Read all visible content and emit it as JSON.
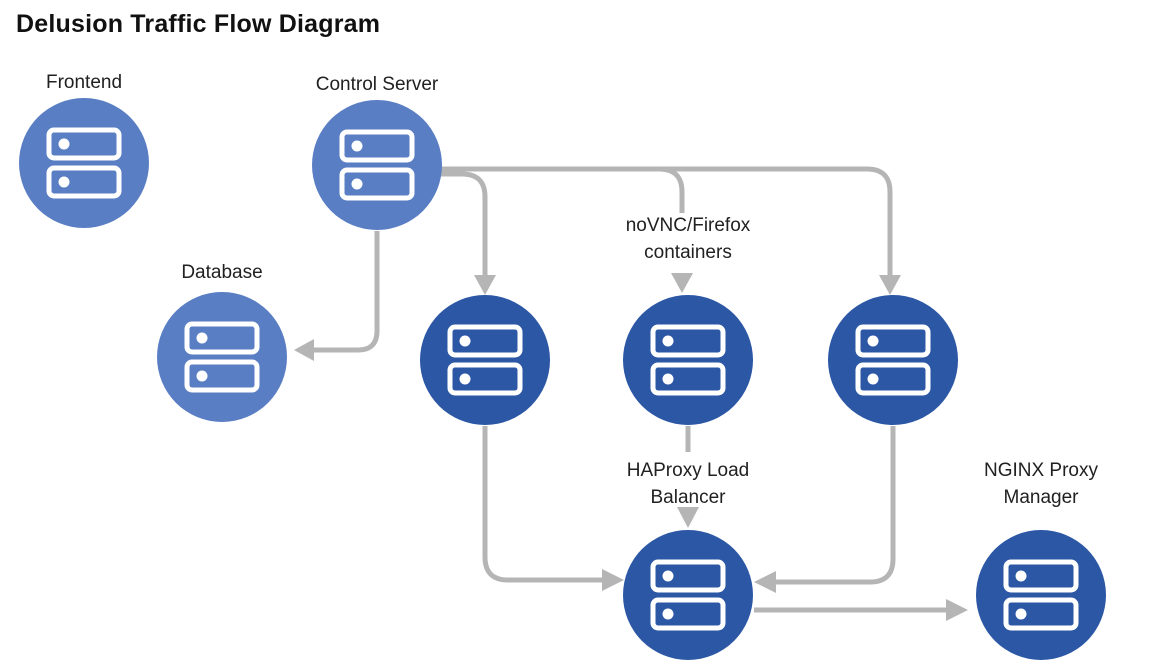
{
  "title": "Delusion Traffic Flow Diagram",
  "colors": {
    "light_node": "#5a7ec4",
    "dark_node": "#2b57a5",
    "edge": "#b5b5b5",
    "text": "#212121"
  },
  "nodes": {
    "frontend": {
      "label": "Frontend",
      "tone": "light"
    },
    "control_server": {
      "label": "Control Server",
      "tone": "light"
    },
    "database": {
      "label": "Database",
      "tone": "light"
    },
    "worker_left": {
      "label": "",
      "tone": "dark"
    },
    "novnc": {
      "label": "noVNC/Firefox containers",
      "tone": "dark"
    },
    "worker_right": {
      "label": "",
      "tone": "dark"
    },
    "haproxy": {
      "label": "HAProxy Load Balancer",
      "tone": "dark"
    },
    "nginx": {
      "label": "NGINX Proxy Manager",
      "tone": "dark"
    }
  },
  "edges": [
    {
      "from": "control_server",
      "to": "database"
    },
    {
      "from": "control_server",
      "to": "worker_left"
    },
    {
      "from": "control_server",
      "to": "novnc"
    },
    {
      "from": "control_server",
      "to": "worker_right"
    },
    {
      "from": "worker_left",
      "to": "haproxy"
    },
    {
      "from": "novnc",
      "to": "haproxy"
    },
    {
      "from": "worker_right",
      "to": "haproxy"
    },
    {
      "from": "haproxy",
      "to": "nginx"
    }
  ],
  "icon": {
    "name": "server-icon"
  }
}
